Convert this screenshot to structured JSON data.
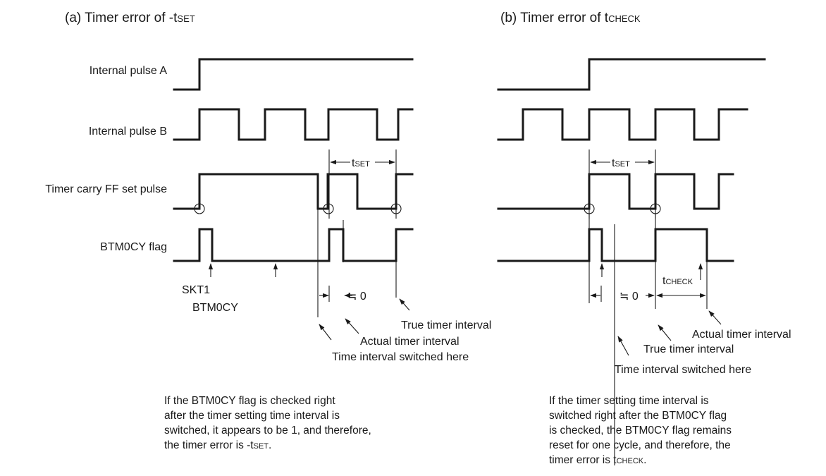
{
  "panel_a": {
    "title_main": "(a)  Timer error of -t",
    "title_sub": "SET",
    "signals": [
      "Internal pulse A",
      "Internal pulse B",
      "Timer carry FF set pulse",
      "BTM0CY flag"
    ],
    "tset_main": "t",
    "tset_sub": "SET",
    "approx": "≒ 0",
    "skt_label": "SKT1",
    "btm_label": "BTM0CY",
    "annotations": [
      "True timer interval",
      "Actual timer interval",
      "Time interval switched here"
    ],
    "caption": [
      "If the BTM0CY flag is checked right",
      "after the timer setting time interval is",
      "switched, it appears to be 1, and therefore,"
    ],
    "caption_last_main": "the timer error is -t",
    "caption_last_sub": "SET",
    "caption_last_end": "."
  },
  "panel_b": {
    "title_main": "(b)  Timer error of t",
    "title_sub": "CHECK",
    "tset_main": "t",
    "tset_sub": "SET",
    "approx": "≒ 0",
    "tcheck_main": "t",
    "tcheck_sub": "CHECK",
    "annotations": [
      "Actual timer interval",
      "True timer interval",
      "Time interval switched here"
    ],
    "caption": [
      "If the timer setting time interval is",
      "switched right after the BTM0CY flag",
      "is checked, the BTM0CY flag remains",
      "reset for one cycle, and therefore, the"
    ],
    "caption_last_main": "timer error is t",
    "caption_last_sub": "CHECK",
    "caption_last_end": "."
  }
}
